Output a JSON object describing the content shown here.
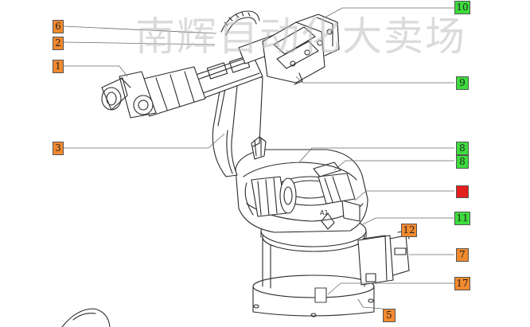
{
  "colors": {
    "orange": "#f28a2e",
    "green": "#3ddc3d",
    "red": "#e41e1e",
    "line": "#6a6a6a",
    "ink": "#2a2a2a"
  },
  "watermark": "南辉自动化大卖场",
  "callouts": [
    {
      "id": "c6",
      "label": "6",
      "color": "orange",
      "side": "left"
    },
    {
      "id": "c2",
      "label": "2",
      "color": "orange",
      "side": "left"
    },
    {
      "id": "c1",
      "label": "1",
      "color": "orange",
      "side": "left"
    },
    {
      "id": "c3",
      "label": "3",
      "color": "orange",
      "side": "left"
    },
    {
      "id": "c10",
      "label": "10",
      "color": "green",
      "side": "right"
    },
    {
      "id": "c9",
      "label": "9",
      "color": "green",
      "side": "right"
    },
    {
      "id": "c8a",
      "label": "8",
      "color": "green",
      "side": "right"
    },
    {
      "id": "c8b",
      "label": "8",
      "color": "green",
      "side": "right"
    },
    {
      "id": "c0",
      "label": "",
      "color": "red",
      "side": "right"
    },
    {
      "id": "c11",
      "label": "11",
      "color": "green",
      "side": "right"
    },
    {
      "id": "c12",
      "label": "12",
      "color": "orange",
      "side": "right"
    },
    {
      "id": "c7",
      "label": "7",
      "color": "orange",
      "side": "right"
    },
    {
      "id": "c17",
      "label": "17",
      "color": "orange",
      "side": "right"
    },
    {
      "id": "c5",
      "label": "5",
      "color": "orange",
      "side": "right"
    }
  ],
  "base_marking": "A1"
}
